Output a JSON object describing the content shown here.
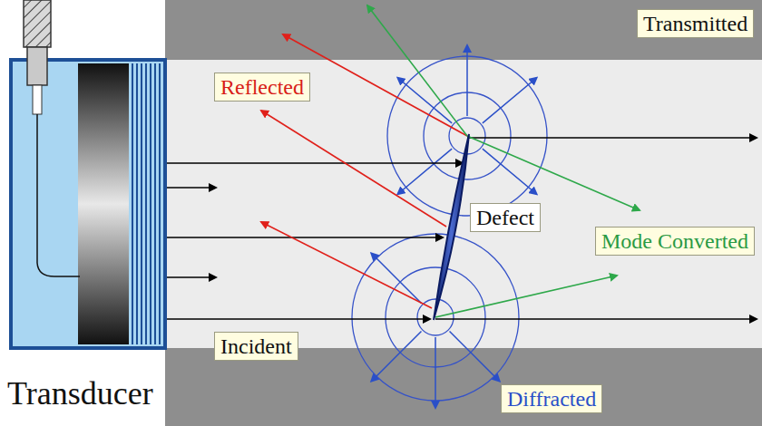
{
  "diagram": {
    "nodes": [
      {
        "text": [
          "Reflected"
        ]
      },
      {
        "text": [
          "Transmitted"
        ]
      },
      {
        "text": [
          "Defect"
        ]
      },
      {
        "text": [
          "Mode Converted"
        ]
      },
      {
        "text": [
          "Incident"
        ]
      },
      {
        "text": [
          "Diffracted"
        ]
      }
    ],
    "labels": [
      "Transducer"
    ]
  }
}
